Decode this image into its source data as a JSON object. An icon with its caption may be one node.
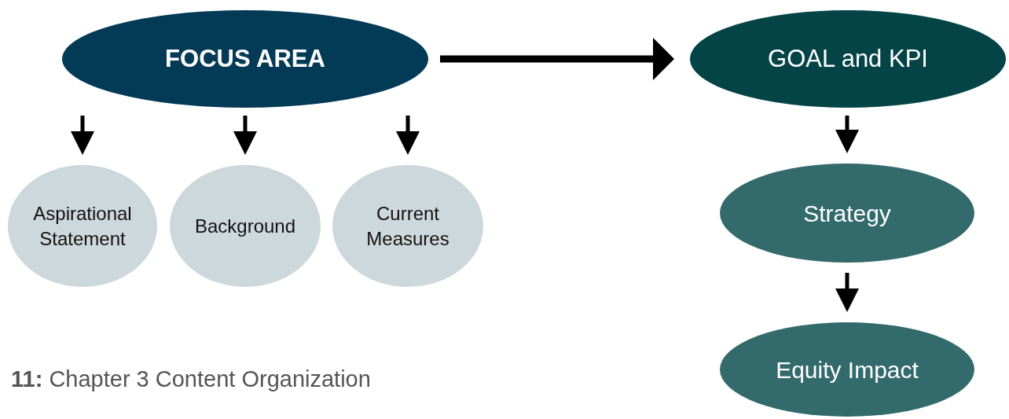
{
  "diagram": {
    "caption": "**11:** Chapter 3 Content Organization",
    "nodes": [
      {
        "text": [
          "FOCUS AREA"
        ]
      },
      {
        "text": [
          "GOAL and KPI"
        ]
      },
      {
        "text": [
          "Aspirational Statement"
        ]
      },
      {
        "text": [
          "Background"
        ]
      },
      {
        "text": [
          "Current Measures"
        ]
      },
      {
        "text": [
          "Strategy"
        ]
      },
      {
        "text": [
          "Equity Impact"
        ]
      }
    ],
    "edges": [
      {
        "from": 0,
        "to": 1,
        "arrow": "to",
        "style": "thick"
      },
      {
        "from": 0,
        "to": 2,
        "arrow": "to"
      },
      {
        "from": 0,
        "to": 3,
        "arrow": "to"
      },
      {
        "from": 0,
        "to": 4,
        "arrow": "to"
      },
      {
        "from": 1,
        "to": 5,
        "arrow": "to"
      },
      {
        "from": 5,
        "to": 6,
        "arrow": "to"
      }
    ]
  }
}
